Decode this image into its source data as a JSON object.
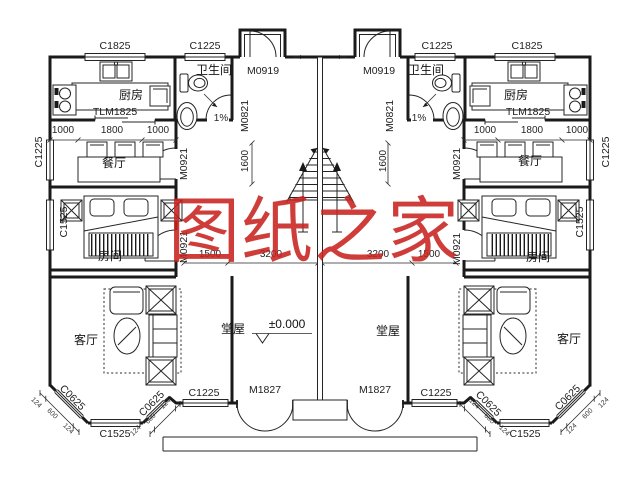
{
  "watermark": {
    "text": "图纸之家",
    "color": "#c8231e"
  },
  "rooms": {
    "kitchen": "厨房",
    "bathroom": "卫生间",
    "dining": "餐厅",
    "bedroom": "房间",
    "living": "客厅",
    "hall": "堂屋"
  },
  "codes": {
    "c1825": "C1825",
    "c1225": "C1225",
    "c1525": "C1525",
    "c0625": "C0625",
    "m0919": "M0919",
    "m0821": "M0821",
    "m0921": "M0921",
    "m1827": "M1827",
    "tlm1825": "TLM1825"
  },
  "dims": {
    "d1000": "1000",
    "d1800": "1800",
    "d1600": "1600",
    "d1500": "1500",
    "d3200": "3200",
    "d600": "600",
    "d124": "124",
    "slope": "1%",
    "elevation": "±0.000"
  }
}
